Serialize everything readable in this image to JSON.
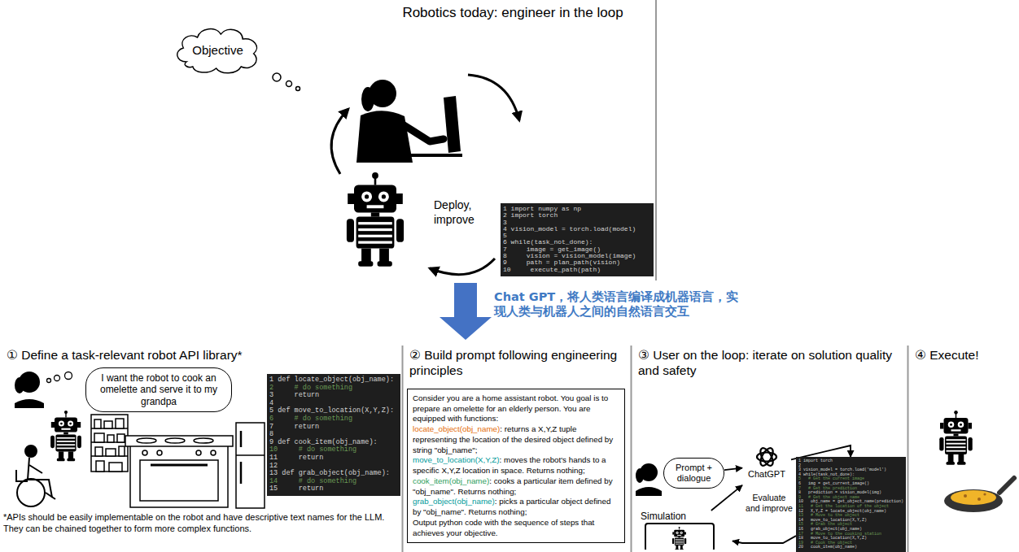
{
  "diagram": {
    "title": "Robotics today: engineer in the loop",
    "nodes": [
      {
        "text": [
          "Objective"
        ]
      },
      {
        "text": [
          "1 import numpy as np",
          "2 import torch",
          "3",
          "4 vision_model = torch.load(model)",
          "5",
          "6 while(task_not_done):",
          "7     image = get_image()",
          "8     vision = vision_model(image)",
          "9     path = plan_path(vision)",
          "10     execute_path(path)"
        ]
      },
      {
        "text": [
          "① Define a task-relevant robot API library*"
        ]
      },
      {
        "text": [
          "I want the robot to cook an omelette and serve it to my grandpa"
        ],
        "in": 2
      },
      {
        "text": [
          "1 def locate_object(obj_name):",
          "2     # do something",
          "3     return",
          "4",
          "5 def move_to_location(X,Y,Z):",
          "6     # do something",
          "7     return",
          "8",
          "9 def cook_item(obj_name):",
          "10     # do something",
          "11     return",
          "12",
          "13 def grab_object(obj_name):",
          "14     # do something",
          "15     return"
        ],
        "in": 2
      },
      {
        "text": [
          "② Build prompt following engineering principles"
        ]
      },
      {
        "text": [
          "Consider you are a home assistant robot. You goal is to prepare an omelette for an elderly person. You are equipped with functions:",
          "locate_object(obj_name)",
          ": returns a X,Y,Z tuple representing the location of the desired object defined by string \"obj_name\";",
          "move_to_location(X,Y,Z)",
          ": moves the robot's hands to a specific X,Y,Z location in space. Returns nothing;",
          "cook_item(obj_name)",
          ": cooks a particular item defined by \"obj_name\". Returns nothing;",
          "grab_object(obj_name)",
          ": picks a particular object defined by \"obj_name\". Returns nothing;",
          "Output python code with the sequence of steps that achieves your objective."
        ],
        "in": 5
      },
      {
        "text": [
          "③ User on the loop: iterate on solution quality and safety"
        ]
      },
      {
        "text": [
          "Prompt + dialogue"
        ],
        "in": 7
      },
      {
        "text": [
          "ChatGPT"
        ],
        "in": 7
      },
      {
        "text": [
          "1 import torch",
          "2",
          "3 vision_model = torch.load('model')",
          "4 while(task_not_done):",
          "5   # Get the current image",
          "6   img = get_current_image()",
          "7   # Get the prediction",
          "8   prediction = vision_model(img)",
          "9   # Get the object name",
          "10   obj_name = get_object_name(prediction)",
          "11   # Get the location of the object",
          "12   X,Y,Z = locate_object(obj_name)",
          "13   # Move to the object",
          "14   move_to_location(X,Y,Z)",
          "15   # Grab the object",
          "16   grab_object(obj_name)",
          "17   # Move to the cooking station",
          "18   move_to_location(X,Y,Z)",
          "19   # Cook the object",
          "20   cook_item(obj_name)"
        ],
        "in": 7
      },
      {
        "text": [
          "Simulation"
        ],
        "in": 7
      },
      {
        "text": [
          "④ Execute!"
        ]
      }
    ],
    "edges": [
      {
        "from": 8,
        "to": 9,
        "arrow": "to"
      },
      {
        "from": 9,
        "to": 10,
        "arrow": "to"
      },
      {
        "from": 10,
        "to": 11,
        "label": "Evaluate and improve",
        "arrow": "to"
      },
      {
        "from": 11,
        "to": 9,
        "arrow": "to"
      }
    ],
    "labels": [
      "Deploy, improve",
      "Chat GPT，将人类语言编译成机器语言，实现人类与机器人之间的自然语言交互",
      "*APIs should be easily implementable on the robot and have descriptive text names for the LLM. They can be chained together to form more complex functions."
    ]
  }
}
